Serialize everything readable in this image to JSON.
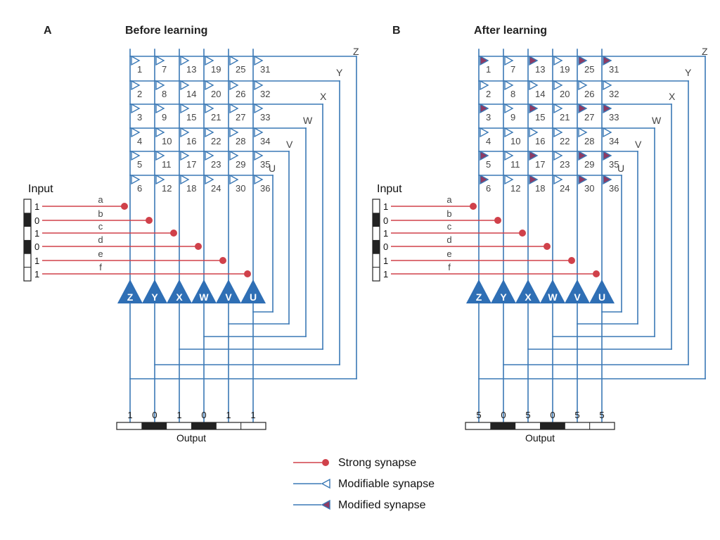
{
  "panels": [
    {
      "letter": "A",
      "title": "Before learning",
      "input_label": "Input",
      "input_values": [
        "1",
        "0",
        "1",
        "0",
        "1",
        "1"
      ],
      "line_labels": [
        "a",
        "b",
        "c",
        "d",
        "e",
        "f"
      ],
      "outputs": [
        "Z",
        "Y",
        "X",
        "W",
        "V",
        "U"
      ],
      "output_values": [
        "1",
        "0",
        "1",
        "0",
        "1",
        "1"
      ],
      "output_label": "Output",
      "modified_synapses": []
    },
    {
      "letter": "B",
      "title": "After learning",
      "input_label": "Input",
      "input_values": [
        "1",
        "0",
        "1",
        "0",
        "1",
        "1"
      ],
      "line_labels": [
        "a",
        "b",
        "c",
        "d",
        "e",
        "f"
      ],
      "outputs": [
        "Z",
        "Y",
        "X",
        "W",
        "V",
        "U"
      ],
      "output_values": [
        "5",
        "0",
        "5",
        "0",
        "5",
        "5"
      ],
      "output_label": "Output",
      "modified_synapses": [
        1,
        3,
        5,
        6,
        13,
        15,
        17,
        18,
        25,
        27,
        29,
        30,
        31,
        33,
        35,
        36
      ]
    }
  ],
  "legend": {
    "strong": "Strong synapse",
    "modifiable": "Modifiable synapse",
    "modified": "Modified synapse"
  },
  "colors": {
    "blue": "#3a78b5",
    "red": "#d0414a",
    "text": "#333333",
    "neuron": "#2f6fb5",
    "modified_fill": "#8e3a63"
  }
}
